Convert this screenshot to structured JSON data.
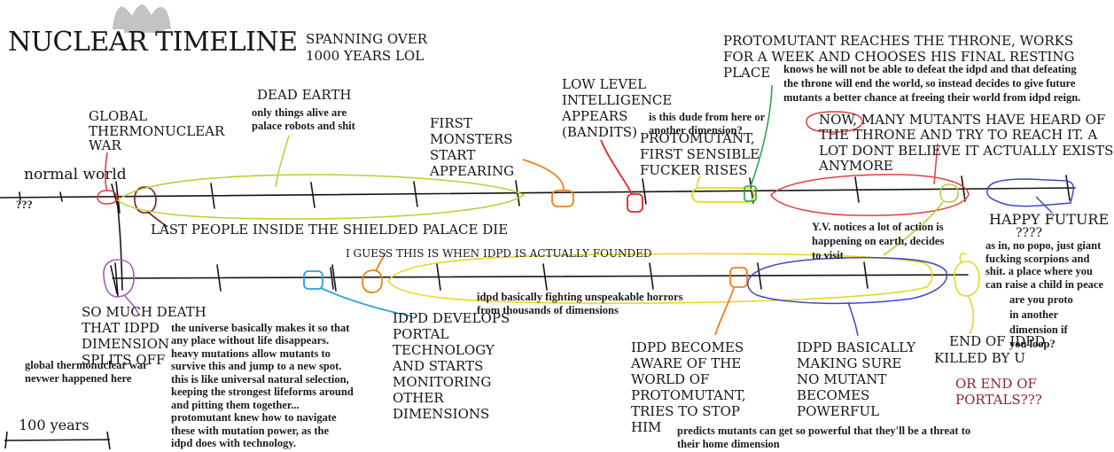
{
  "header": {
    "title": "NUCLEAR TIMELINE",
    "subtitle": "SPANNING OVER\n1000 YEARS LOL",
    "crown_icon": "crown"
  },
  "colors": {
    "ink": "#141414",
    "red": "#e04040",
    "dark_red": "#7b1d1d",
    "yellow_green": "#b2d133",
    "orange": "#e8831d",
    "bright_red": "#df2626",
    "yellow": "#e8d722",
    "green": "#2aa34c",
    "blue": "#3d49c3",
    "cyan": "#2d9fdb",
    "purple": "#a957bd",
    "maroon": "#8e2433",
    "crown_gray": "#c3c3c3"
  },
  "scale": {
    "label": "100 years"
  },
  "timeline_main": {
    "start_label": "normal world",
    "start_note": "???",
    "events": {
      "global_war": {
        "label": "GLOBAL\nTHERMONUCLEAR\nWAR"
      },
      "dead_earth": {
        "label": "DEAD EARTH",
        "note": "only things alive are\npalace robots and shit"
      },
      "last_people": {
        "label": "LAST PEOPLE INSIDE THE SHIELDED PALACE DIE"
      },
      "first_monsters": {
        "label": "FIRST\nMONSTERS\nSTART\nAPPEARING"
      },
      "bandits": {
        "label": "LOW LEVEL\nINTELLIGENCE\nAPPEARS\n(BANDITS)",
        "note": "is this dude from here or\nanother dimension?"
      },
      "protomutant_rises": {
        "label": "PROTOMUTANT,\nFIRST SENSIBLE\nFUCKER RISES"
      },
      "proto_throne": {
        "label": "PROTOMUTANT REACHES THE THRONE, WORKS\nFOR A WEEK AND CHOOSES HIS FINAL RESTING\nPLACE",
        "note": "knows he will not be able to defeat the idpd and that defeating\nthe throne will end the world, so instead decides to give future\nmutants a better chance at freeing their world from idpd reign."
      },
      "now_mutants": {
        "label": "NOW, MANY MUTANTS HAVE HEARD OF\nTHE THRONE AND TRY TO REACH IT. A\nLOT DONT BELIEVE IT ACTUALLY EXISTS\nANYMORE"
      },
      "yv_visit": {
        "note": "Y.V. notices a lot of action is\nhappening on earth, decides\nto visit"
      },
      "happy_future": {
        "label": "HAPPY FUTURE",
        "sublabel": "????",
        "note": "as in, no popo, just giant\nfucking scorpions and\nshit. a place where you\ncan raise a child in peace",
        "note2": "are you proto\nin another\ndimension if\nyou loop?"
      }
    }
  },
  "timeline_idpd": {
    "events": {
      "splits_off": {
        "label": "SO MUCH DEATH\nTHAT IDPD\nDIMENSION\nSPLITS OFF",
        "note": "global thermonuclear war\nnevwer happened here"
      },
      "universe_rule": {
        "note": "the universe basically makes it so that\nany place without life disappears.\nheavy mutations allow mutants to\nsurvive this and jump to a new spot.\nthis is like universal natural selection,\nkeeping the strongest lifeforms around\nand pitting them together...\nprotomutant knew how to navigate\nthese with mutation power, as the\nidpd does with technology."
      },
      "founded": {
        "label": "I GUESS THIS IS WHEN IDPD IS ACTUALLY FOUNDED"
      },
      "portal_tech": {
        "label": "IDPD DEVELOPS\nPORTAL\nTECHNOLOGY\nAND STARTS\nMONITORING\nOTHER\nDIMENSIONS"
      },
      "fighting_horrors": {
        "note": "idpd basically fighting unspeakable horrors\nfrom thousands of dimensions"
      },
      "aware": {
        "label": "IDPD BECOMES\nAWARE OF THE\nWORLD OF\nPROTOMUTANT,\nTRIES TO STOP\nHIM",
        "note": "predicts mutants can get so powerful that they'll be a threat to\ntheir home dimension"
      },
      "no_mutant_powerful": {
        "label": "IDPD BASICALLY\nMAKING SURE\nNO MUTANT\nBECOMES\nPOWERFUL"
      },
      "end_idpd": {
        "label": "END OF IDPD",
        "label2": "KILLED BY U",
        "alt": "OR END OF\nPORTALS???"
      }
    }
  }
}
